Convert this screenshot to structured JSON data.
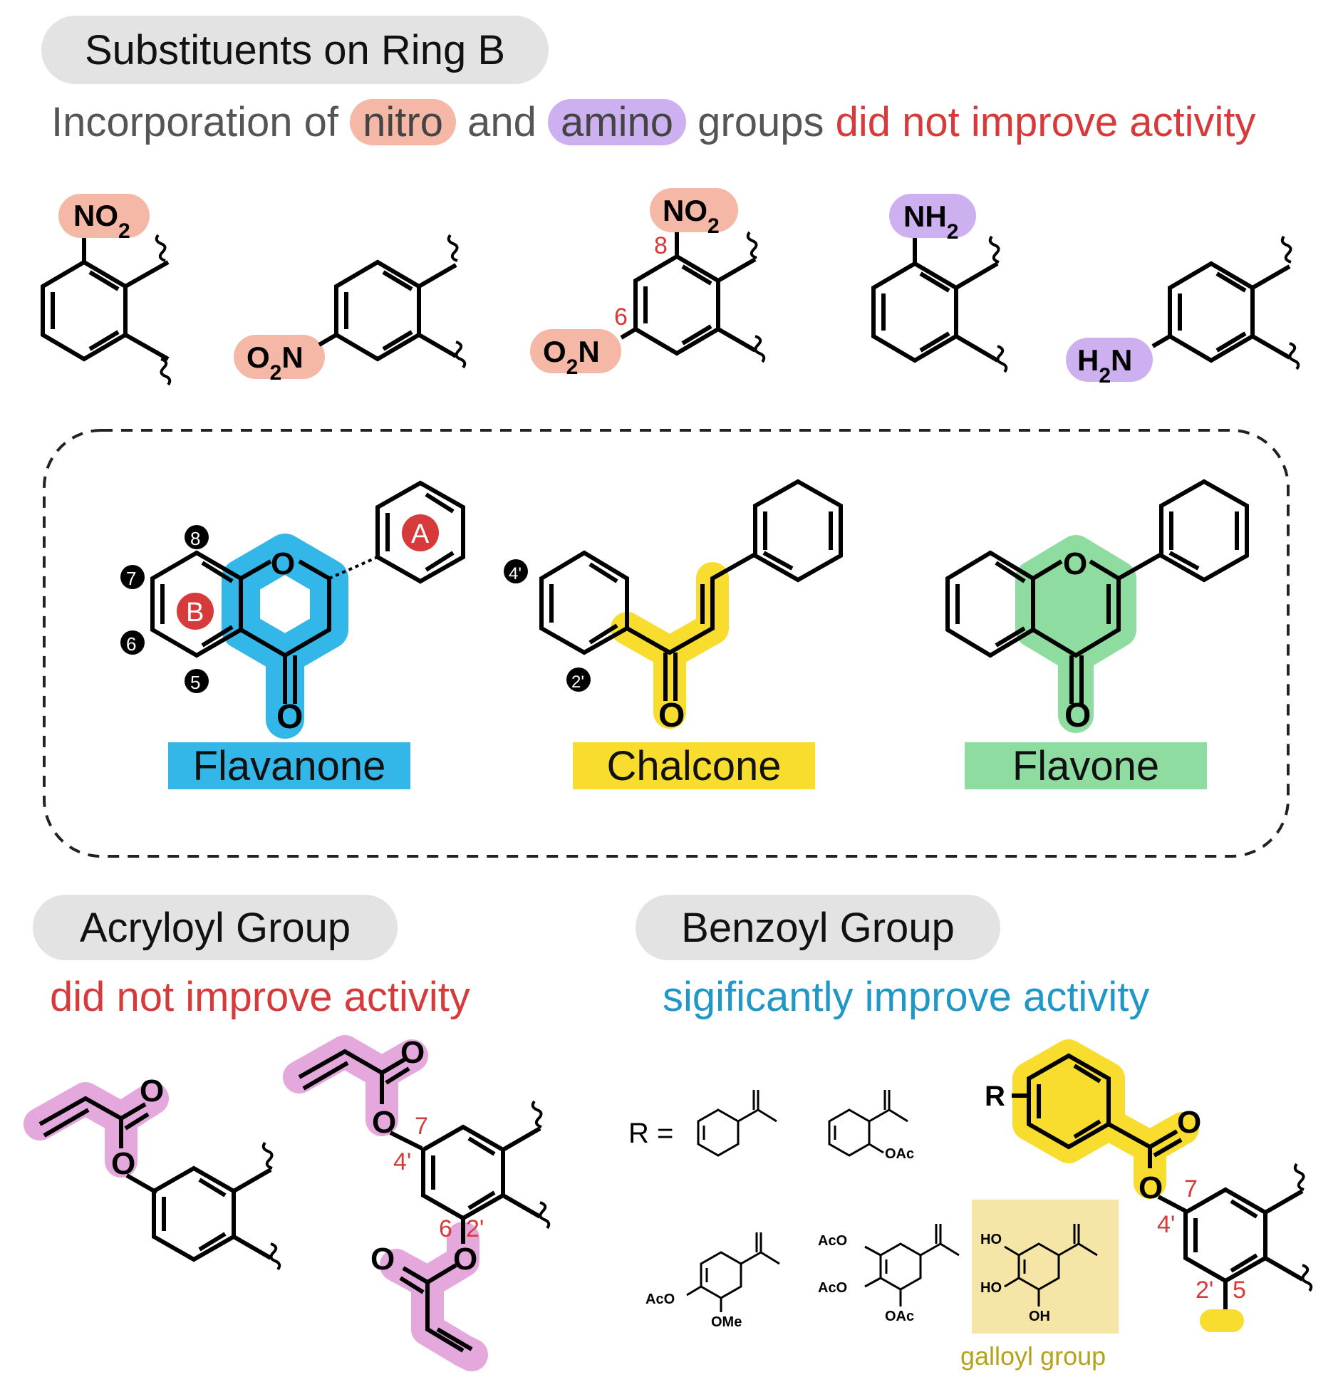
{
  "header": {
    "pill": "Substituents on Ring B",
    "note_prefix": "Incorporation of",
    "nitro": "nitro",
    "and": "and",
    "amino": "amino",
    "groups": "groups",
    "result": "did not improve activity"
  },
  "ring_b_substituents": {
    "no2_a": "NO2",
    "o2n_b": "O2N",
    "no2_c": "NO2",
    "o2n_c": "O2N",
    "pos_8": "8",
    "pos_6": "6",
    "nh2_d": "NH2",
    "h2n_e": "H2N"
  },
  "scaffolds": {
    "flavanone": "Flavanone",
    "chalcone": "Chalcone",
    "flavone": "Flavone",
    "ring_a": "A",
    "ring_b": "B",
    "num_8": "8",
    "num_7": "7",
    "num_6": "6",
    "num_5": "5",
    "num_4p": "4'",
    "num_2p": "2'",
    "oxygen": "O"
  },
  "acryloyl": {
    "pill": "Acryloyl Group",
    "result": "did not improve activity",
    "pos_7": "7",
    "pos_4p": "4'",
    "pos_6": "6",
    "pos_2p": "2'"
  },
  "benzoyl": {
    "pill": "Benzoyl Group",
    "result": "sigificantly improve activity",
    "r_equals": "R =",
    "r": "R",
    "oac": "OAc",
    "aco": "AcO",
    "ome": "OMe",
    "ho": "HO",
    "oh": "OH",
    "galloyl": "galloyl group",
    "pos_7": "7",
    "pos_4p": "4'",
    "pos_2p": "2'",
    "pos_5": "5"
  },
  "colors": {
    "nitro": "#f5b8a6",
    "amino": "#cdb0f0",
    "flavanone": "#33b7e8",
    "chalcone": "#f8dc2e",
    "flavone": "#8fdca0",
    "acryloyl": "#e4a8dc",
    "galloyl": "#f5e6a8",
    "red": "#d63a3a",
    "blue": "#1f97c7"
  }
}
